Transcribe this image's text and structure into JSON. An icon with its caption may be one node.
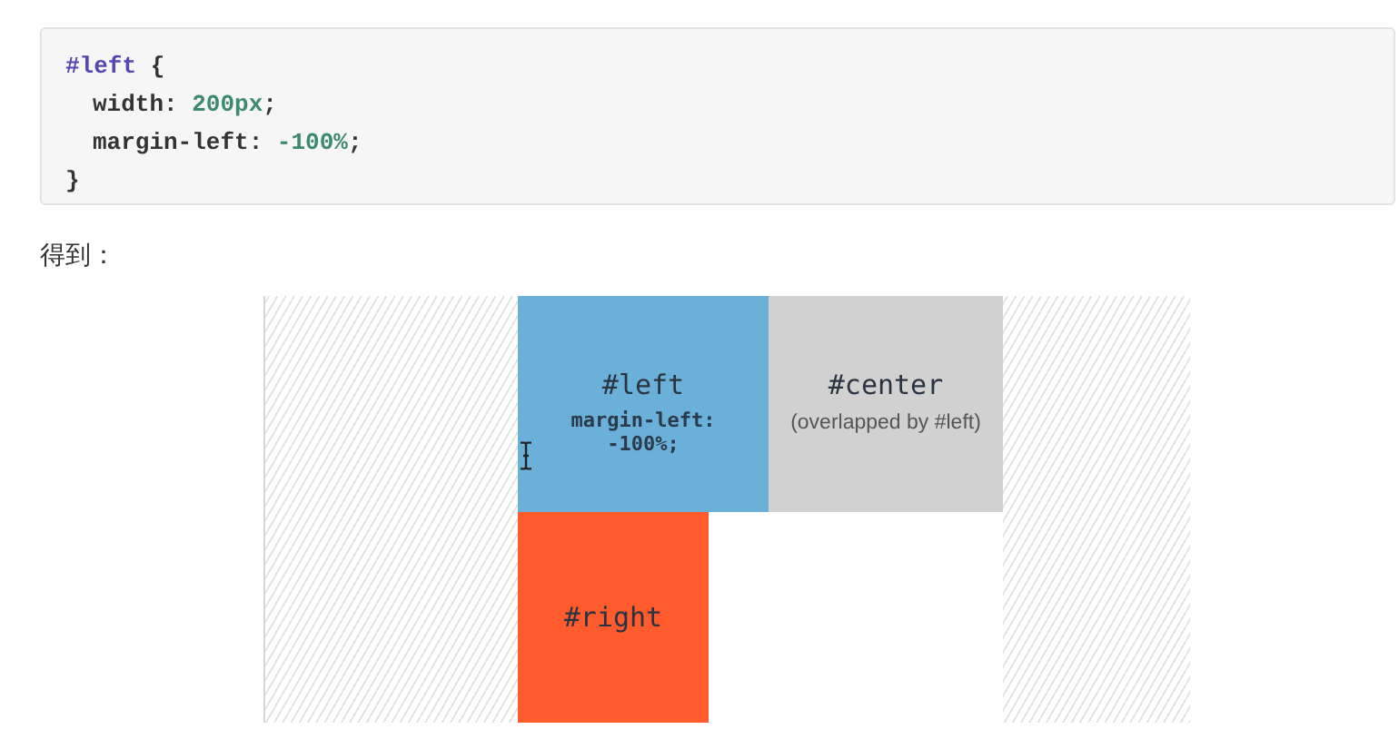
{
  "diagram": {
    "nodes": [
      {
        "text": [
          "#left {",
          "width: 200px;",
          "margin-left: -100%;",
          "}"
        ]
      },
      {
        "text": [],
        "shape": "box"
      },
      {
        "text": [
          "#left",
          "margin-left: -100%;"
        ],
        "in": 1
      },
      {
        "text": [
          "#center",
          "(overlapped by #left)"
        ],
        "in": 1
      },
      {
        "text": [
          "#right"
        ],
        "in": 1
      }
    ],
    "labels": [
      "得到："
    ]
  }
}
